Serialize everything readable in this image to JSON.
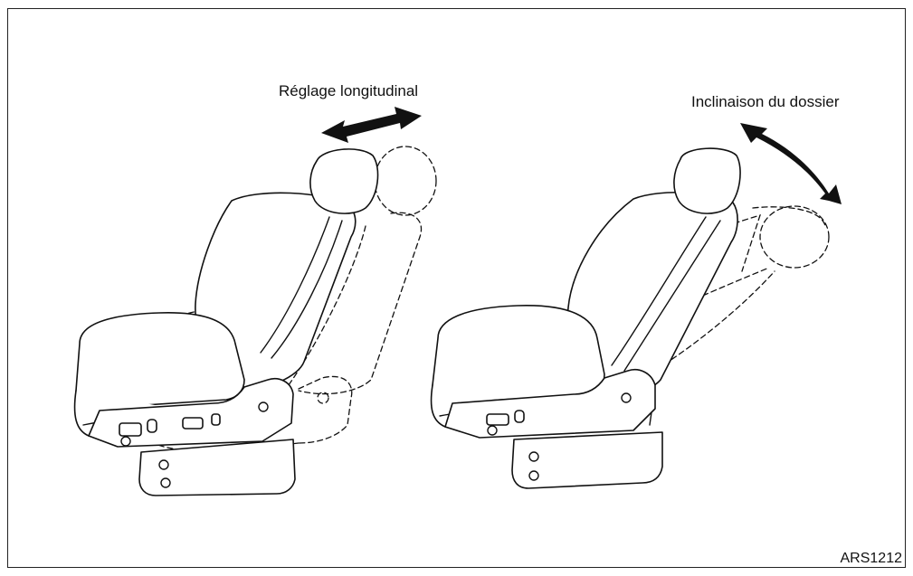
{
  "labels": {
    "longitudinal": "Réglage longitudinal",
    "recline": "Inclinaison du dossier",
    "figure_id": "ARS1212"
  },
  "colors": {
    "line": "#111111",
    "arrow": "#111111",
    "background": "#ffffff"
  },
  "icons": {
    "left": [
      "double-arrow-horizontal-icon",
      "seat-slide-illustration"
    ],
    "right": [
      "curved-double-arrow-icon",
      "seat-recline-illustration"
    ]
  }
}
